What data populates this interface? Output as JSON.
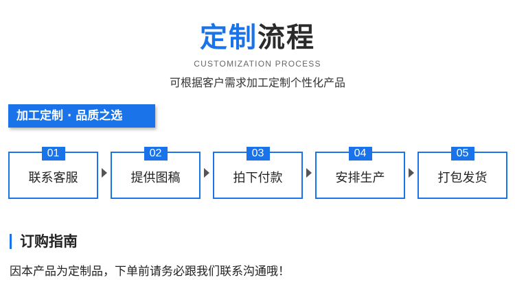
{
  "header": {
    "title_blue": "定制",
    "title_dark": "流程",
    "subtitle_en": "CUSTOMIZATION  PROCESS",
    "subtitle_cn": "可根据客户需求加工定制个性化产品"
  },
  "banner": {
    "label": "加工定制 · 品质之选"
  },
  "steps": [
    {
      "num": "01",
      "label": "联系客服"
    },
    {
      "num": "02",
      "label": "提供图稿"
    },
    {
      "num": "03",
      "label": "拍下付款"
    },
    {
      "num": "04",
      "label": "安排生产"
    },
    {
      "num": "05",
      "label": "打包发货"
    }
  ],
  "guide": {
    "heading": "订购指南",
    "note": "因本产品为定制品，下单前请务必跟我们联系沟通哦！"
  },
  "colors": {
    "accent": "#1a73e8",
    "text": "#222222",
    "arrow": "#555555"
  }
}
